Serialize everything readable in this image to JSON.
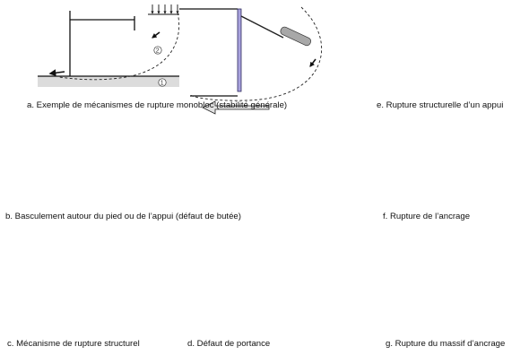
{
  "captions": {
    "a": "a. Exemple de mécanismes de rupture monobloc (stabilité générale)",
    "e": "e. Rupture structurelle d’un appui",
    "b": "b. Basculement autour du pied ou de l’appui (défaut de butée)",
    "f": "f. Rupture de l’ancrage",
    "c": "c. Mécanisme de rupture structurel",
    "d": "d. Défaut de portance",
    "g": "g. Rupture du massif d’ancrage"
  },
  "markers": {
    "m1": "1",
    "m2": "2"
  },
  "colors": {
    "wall_fill": "#a9a3de",
    "wall_edge": "#2d2a5e",
    "soil_band": "#dcdcdc"
  }
}
